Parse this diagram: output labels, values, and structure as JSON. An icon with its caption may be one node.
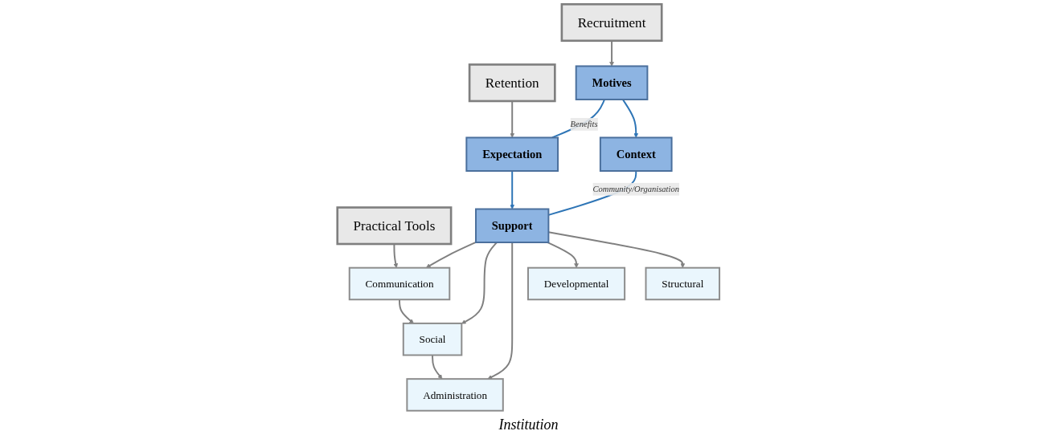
{
  "diagram": {
    "nodes": [
      {
        "text": [
          "Recruitment"
        ]
      },
      {
        "text": [
          "Retention"
        ]
      },
      {
        "text": [
          "Practical Tools"
        ]
      },
      {
        "text": [
          "Motives"
        ]
      },
      {
        "text": [
          "Expectation"
        ]
      },
      {
        "text": [
          "Context"
        ]
      },
      {
        "text": [
          "Support"
        ]
      },
      {
        "text": [
          "Communication"
        ]
      },
      {
        "text": [
          "Social"
        ]
      },
      {
        "text": [
          "Administration"
        ]
      },
      {
        "text": [
          "Developmental"
        ]
      },
      {
        "text": [
          "Structural"
        ]
      }
    ],
    "edges": [
      {
        "from": 0,
        "to": 3,
        "arrow": "to"
      },
      {
        "from": 1,
        "to": 4,
        "arrow": "to"
      },
      {
        "from": 2,
        "to": 7,
        "arrow": "to"
      },
      {
        "from": 3,
        "to": 4,
        "arrow": "none",
        "label": "Benefits",
        "color": "#2e75b6"
      },
      {
        "from": 3,
        "to": 5,
        "arrow": "to",
        "color": "#2e75b6"
      },
      {
        "from": 4,
        "to": 6,
        "arrow": "to",
        "color": "#2e75b6"
      },
      {
        "from": 5,
        "to": 6,
        "arrow": "none",
        "label": "Community/Organisation",
        "color": "#2e75b6"
      },
      {
        "from": 6,
        "to": 7,
        "arrow": "to"
      },
      {
        "from": 6,
        "to": 8,
        "arrow": "to"
      },
      {
        "from": 6,
        "to": 9,
        "arrow": "to"
      },
      {
        "from": 7,
        "to": 8,
        "arrow": "to"
      },
      {
        "from": 8,
        "to": 9,
        "arrow": "to"
      },
      {
        "from": 6,
        "to": 10,
        "arrow": "to"
      },
      {
        "from": 6,
        "to": 11,
        "arrow": "to"
      }
    ],
    "labels": [
      "Institution"
    ]
  }
}
